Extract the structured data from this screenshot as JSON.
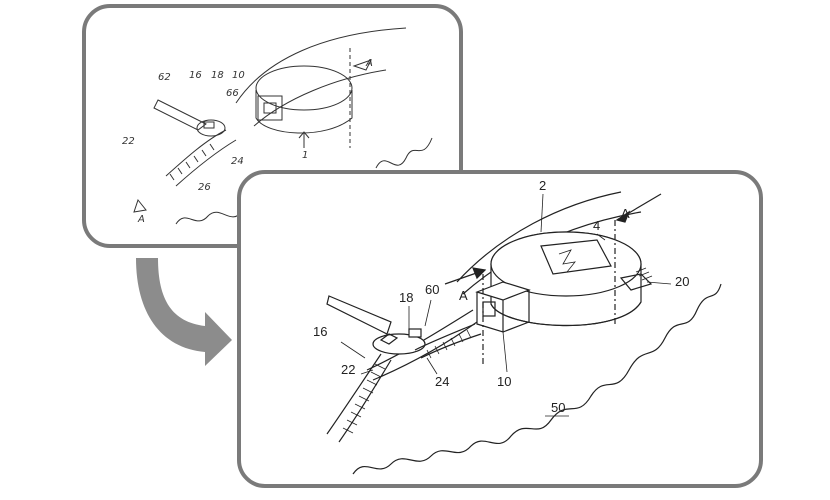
{
  "sketch": {
    "labels": {
      "l62": "62",
      "l16": "16",
      "l18": "18",
      "l10": "10",
      "l66": "66",
      "l24": "24",
      "l22": "22",
      "l26": "26",
      "l1": "1",
      "lA1": "A",
      "lA2": "A"
    }
  },
  "drawing": {
    "labels": {
      "l2": "2",
      "l4": "4",
      "lA1": "A",
      "lA2": "A",
      "l20": "20",
      "l60": "60",
      "l18": "18",
      "l16": "16",
      "l22": "22",
      "l24": "24",
      "l10": "10",
      "l50": "50"
    }
  },
  "colors": {
    "frame": "#7a7a7a",
    "arrow": "#8c8c8c",
    "ink": "#222222"
  }
}
